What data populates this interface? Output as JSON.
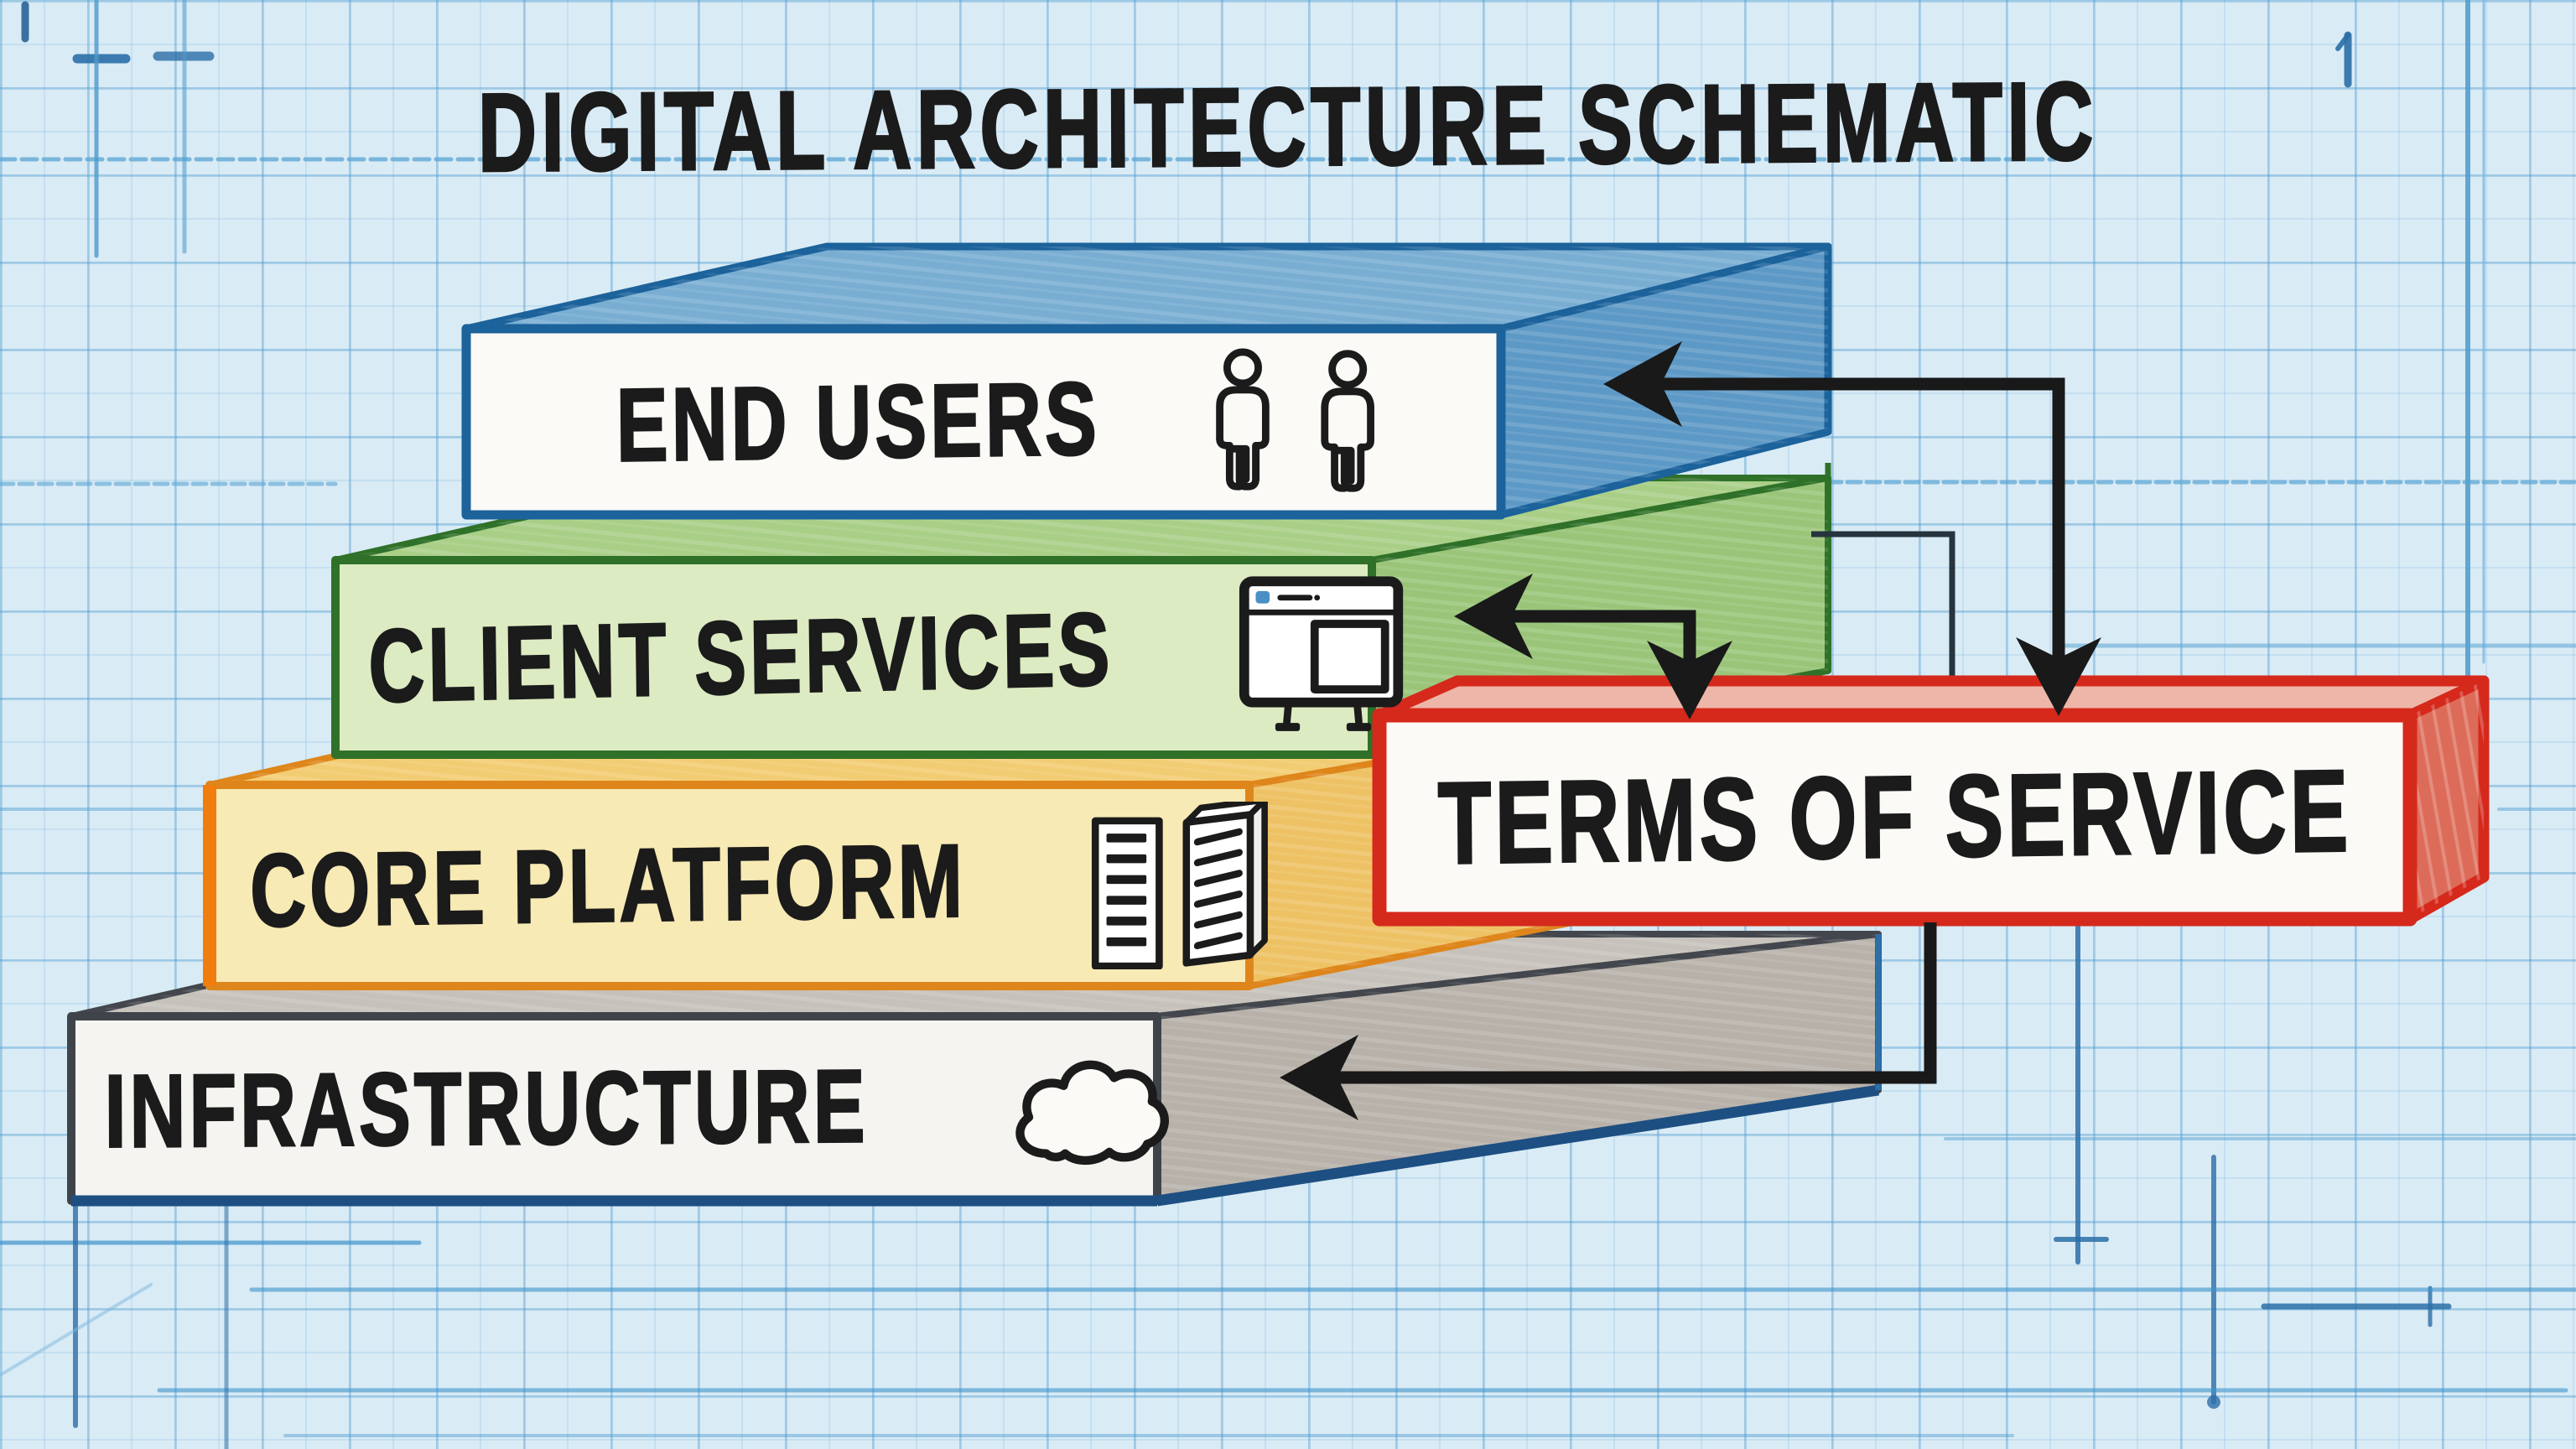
{
  "title": "DIGITAL ARCHITECTURE SCHEMATIC",
  "layers": [
    {
      "label": "END USERS",
      "icon": "users-icon",
      "face_color": "#FBFAF7",
      "depth_color": "#5D99C6",
      "edge_color": "#1C629B"
    },
    {
      "label": "CLIENT SERVICES",
      "icon": "monitor-icon",
      "face_color": "#DDEBC2",
      "depth_color": "#9AC579",
      "edge_color": "#2F7129"
    },
    {
      "label": "CORE PLATFORM",
      "icon": "servers-icon",
      "face_color": "#F8EAB4",
      "depth_color": "#EEC264",
      "edge_color": "#DE861B"
    },
    {
      "label": "INFRASTRUCTURE",
      "icon": "cloud-icon",
      "face_color": "#F5F4F1",
      "depth_color": "#B7B1A9",
      "edge_color": "#3F444B"
    }
  ],
  "callout": {
    "label": "TERMS OF SERVICE",
    "edge_color": "#D5291C",
    "face_color": "#FCFAF7"
  },
  "connections": [
    {
      "from": "terms-of-service",
      "to": "end-users",
      "style": "thick-double-arrow"
    },
    {
      "from": "terms-of-service",
      "to": "client-services",
      "style": "thick-double-arrow"
    },
    {
      "from": "client-services",
      "to": "terms-of-service",
      "style": "thin-line"
    },
    {
      "from": "terms-of-service",
      "to": "infrastructure",
      "style": "thick-arrow"
    }
  ],
  "canvas": {
    "background": "#D9EBF5",
    "grid_color": "#7FB9DE",
    "ink_color": "#1A1A1A"
  }
}
